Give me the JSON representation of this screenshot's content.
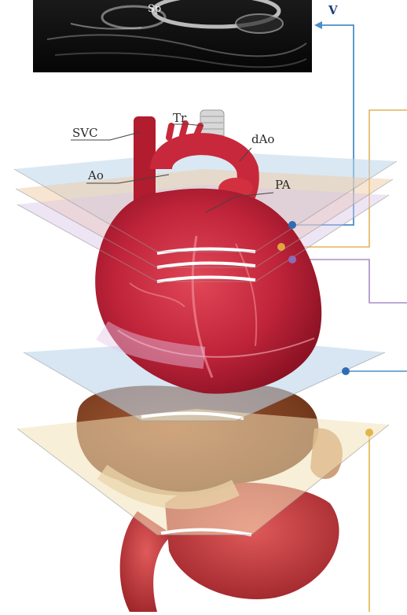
{
  "ultrasound": {
    "label": "Sp"
  },
  "view_label": "V",
  "labels": {
    "svc": "SVC",
    "tr": "Tr",
    "dao": "dAo",
    "ao": "Ao",
    "pa": "PA"
  },
  "colors": {
    "blue_line": "#4a8fc9",
    "orange_line": "#e3b35a",
    "purple_line": "#a88bc8",
    "yellow_line": "#e0b64a",
    "heart": "#c8283b",
    "liver": "#8a4a2a",
    "stomach": "#c43a3c"
  }
}
